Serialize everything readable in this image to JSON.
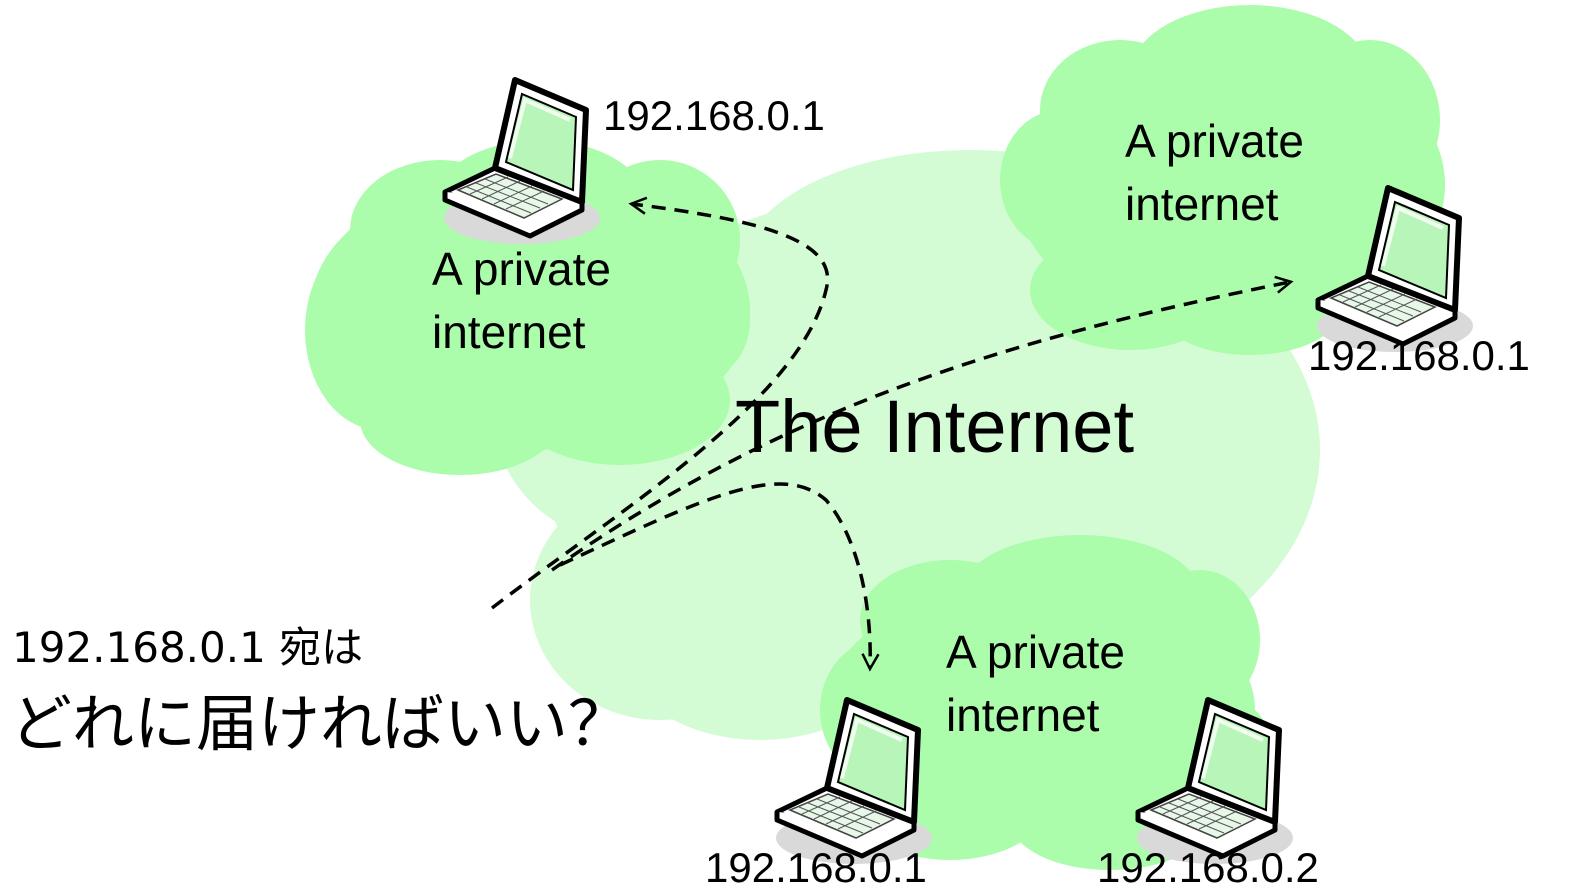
{
  "colors": {
    "internet_cloud": "#d4fcd4",
    "private_cloud": "#abfcab",
    "laptop_screen": "#b8f5b8",
    "stroke": "#000000"
  },
  "internet": {
    "label": "The Internet"
  },
  "private_networks": [
    {
      "label_line1": "A private",
      "label_line2": "internet"
    },
    {
      "label_line1": "A private",
      "label_line2": "internet"
    },
    {
      "label_line1": "A private",
      "label_line2": "internet"
    }
  ],
  "hosts": [
    {
      "ip": "192.168.0.1"
    },
    {
      "ip": "192.168.0.1"
    },
    {
      "ip": "192.168.0.1"
    },
    {
      "ip": "192.168.0.2"
    }
  ],
  "question": {
    "line1": "192.168.0.1 宛は",
    "line2": "どれに届ければいい？"
  }
}
